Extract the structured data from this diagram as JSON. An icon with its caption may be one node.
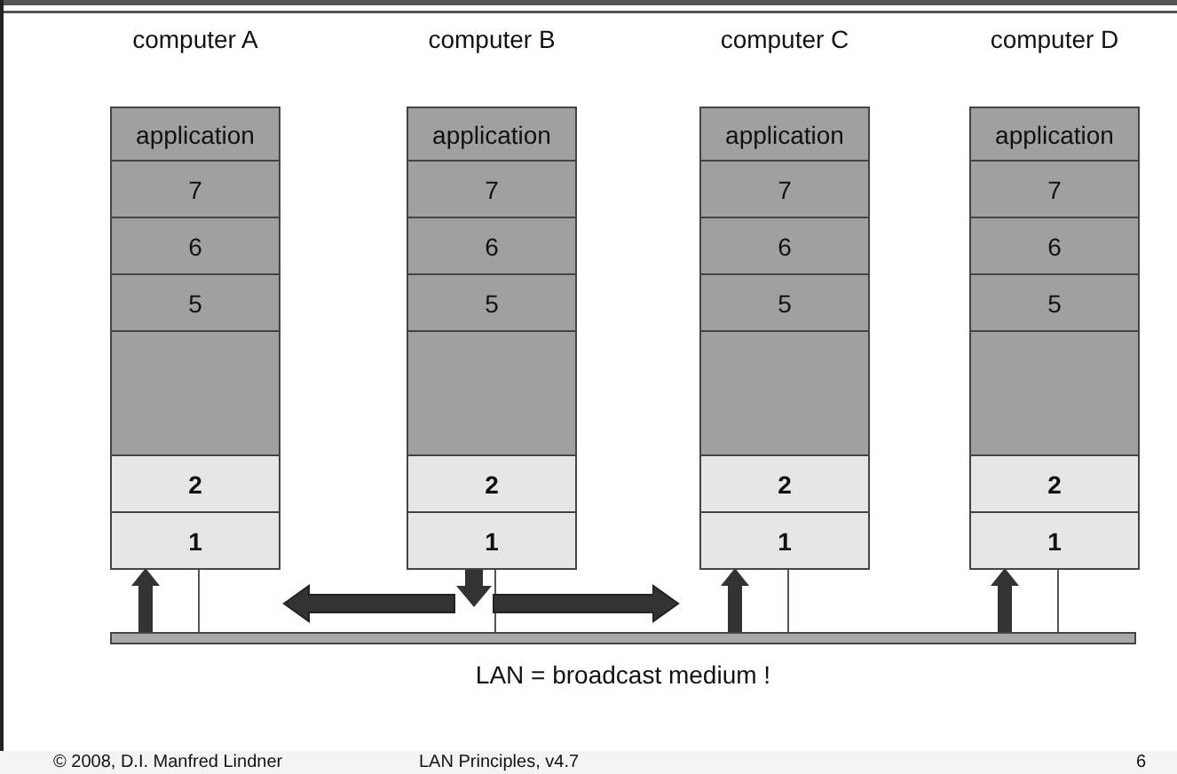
{
  "diagram": {
    "nodes": [
      {
        "text": [
          "computer A"
        ]
      },
      {
        "text": [
          "application"
        ],
        "in": 0
      },
      {
        "text": [
          "7"
        ],
        "in": 0
      },
      {
        "text": [
          "6"
        ],
        "in": 0
      },
      {
        "text": [
          "5"
        ],
        "in": 0
      },
      {
        "text": [],
        "shape": "box",
        "in": 0
      },
      {
        "text": [
          "2"
        ],
        "in": 0
      },
      {
        "text": [
          "1"
        ],
        "in": 0
      },
      {
        "text": [
          "computer B"
        ]
      },
      {
        "text": [
          "application"
        ],
        "in": 8
      },
      {
        "text": [
          "7"
        ],
        "in": 8
      },
      {
        "text": [
          "6"
        ],
        "in": 8
      },
      {
        "text": [
          "5"
        ],
        "in": 8
      },
      {
        "text": [],
        "shape": "box",
        "in": 8
      },
      {
        "text": [
          "2"
        ],
        "in": 8
      },
      {
        "text": [
          "1"
        ],
        "in": 8
      },
      {
        "text": [
          "computer C"
        ]
      },
      {
        "text": [
          "application"
        ],
        "in": 16
      },
      {
        "text": [
          "7"
        ],
        "in": 16
      },
      {
        "text": [
          "6"
        ],
        "in": 16
      },
      {
        "text": [
          "5"
        ],
        "in": 16
      },
      {
        "text": [],
        "shape": "box",
        "in": 16
      },
      {
        "text": [
          "2"
        ],
        "in": 16
      },
      {
        "text": [
          "1"
        ],
        "in": 16
      },
      {
        "text": [
          "computer D"
        ]
      },
      {
        "text": [
          "application"
        ],
        "in": 24
      },
      {
        "text": [
          "7"
        ],
        "in": 24
      },
      {
        "text": [
          "6"
        ],
        "in": 24
      },
      {
        "text": [
          "5"
        ],
        "in": 24
      },
      {
        "text": [],
        "shape": "box",
        "in": 24
      },
      {
        "text": [
          "2"
        ],
        "in": 24
      },
      {
        "text": [
          "1"
        ],
        "in": 24
      },
      {
        "text": [
          "LAN = broadcast medium !"
        ]
      }
    ],
    "edges": [
      {
        "from": 7,
        "to": 32,
        "arrow": "none"
      },
      {
        "from": 15,
        "to": 32,
        "arrow": "none"
      },
      {
        "from": 23,
        "to": 32,
        "arrow": "none"
      },
      {
        "from": 31,
        "to": 32,
        "arrow": "none"
      },
      {
        "from": 15,
        "to": 32,
        "arrow": "to",
        "style": "thick",
        "color": "#333333"
      },
      {
        "from": 32,
        "to": 7,
        "arrow": "to",
        "style": "thick",
        "color": "#333333"
      },
      {
        "from": 32,
        "to": 23,
        "arrow": "to",
        "style": "thick",
        "color": "#333333"
      },
      {
        "from": 32,
        "to": 31,
        "arrow": "to",
        "style": "thick",
        "color": "#333333"
      }
    ],
    "labels": [
      "© 2008, D.I. Manfred Lindner",
      "LAN Principles, v4.7",
      "6"
    ]
  }
}
